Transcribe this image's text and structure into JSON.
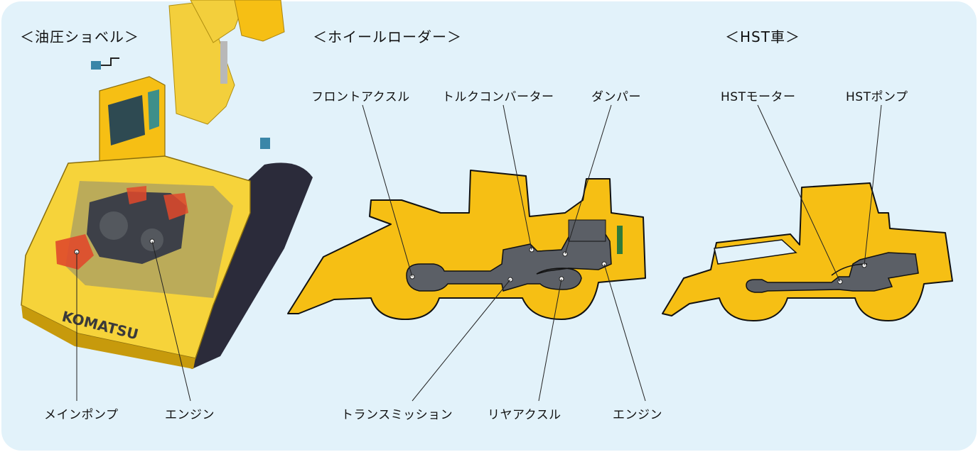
{
  "sections": {
    "excavator": {
      "title": "＜油圧ショベル＞",
      "brand": "KOMATSU",
      "labels": {
        "main_pump": "メインポンプ",
        "engine": "エンジン"
      }
    },
    "wheel_loader": {
      "title": "＜ホイールローダー＞",
      "labels": {
        "front_axle": "フロントアクスル",
        "torque_converter": "トルクコンバーター",
        "damper": "ダンパー",
        "transmission": "トランスミッション",
        "rear_axle": "リヤアクスル",
        "engine": "エンジン"
      }
    },
    "hst": {
      "title": "＜HST車＞",
      "labels": {
        "hst_motor": "HSTモーター",
        "hst_pump": "HSTポンプ"
      }
    }
  },
  "colors": {
    "background": "#e2f2fa",
    "machine_yellow": "#f6bf14",
    "component_gray": "#5b5f66",
    "track": "#2b2b3a",
    "highlight_red": "#e0492b"
  }
}
